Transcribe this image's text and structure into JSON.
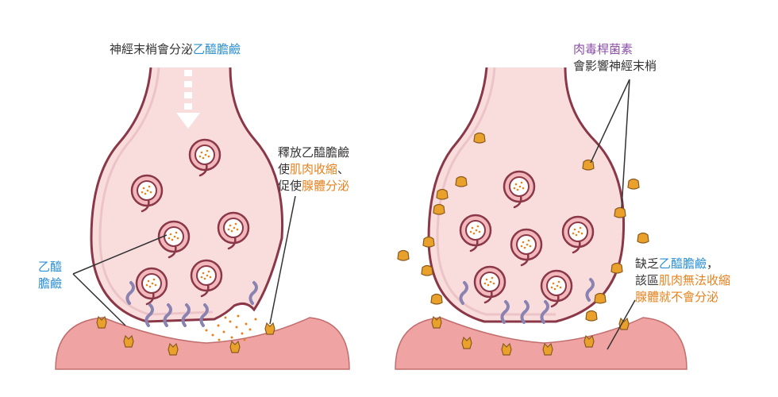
{
  "colors": {
    "terminal_fill": "#f9dddd",
    "terminal_stroke": "#8a3848",
    "muscle_fill": "#f0a3a3",
    "muscle_top": "#e68e8e",
    "vesicle_outer": "#f3b8bc",
    "vesicle_inner": "#ffffff",
    "acetylcholine_dot": "#e8821e",
    "receptor": "#8a82b0",
    "toxin": "#e9a12c",
    "blue": "#2a8fd6",
    "orange": "#e8821e",
    "purple": "#8b4fa6"
  },
  "icons": [
    "down-arrow-icon",
    "vesicle-icon",
    "receptor-icon",
    "toxin-particle-icon"
  ],
  "left_panel": {
    "top_label": {
      "prefix": "神經末梢會分泌",
      "highlight": "乙醯膽鹼"
    },
    "side_label": {
      "line1": "乙醯",
      "line2": "膽鹼"
    },
    "right_label": {
      "line1": "釋放乙醯膽鹼",
      "line2_prefix": "使",
      "line2_highlight": "肌肉收縮",
      "line2_suffix": "、",
      "line3_prefix": "促使",
      "line3_highlight": "腺體分泌"
    }
  },
  "right_panel": {
    "top_label": {
      "highlight": "肉毒桿菌素",
      "line2": "會影響神經末梢"
    },
    "bottom_label": {
      "line1_prefix": "缺乏",
      "line1_highlight": "乙醯膽鹼",
      "line1_suffix": "，",
      "line2_prefix": "該區",
      "line2_highlight": "肌肉無法收縮",
      "line3_highlight": "腺體就不會分泌"
    }
  }
}
